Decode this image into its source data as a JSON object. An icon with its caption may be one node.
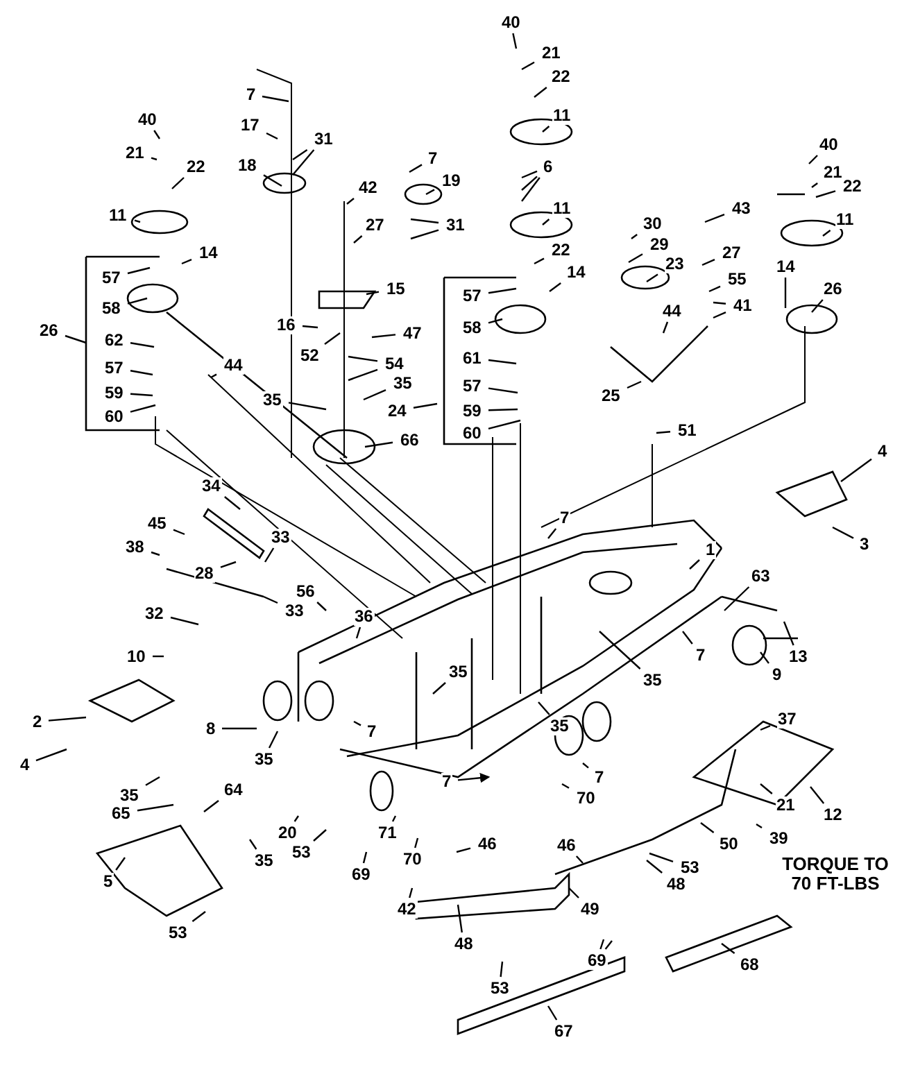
{
  "diagram": {
    "nodes": [
      {
        "text": [
          "40"
        ]
      },
      {
        "text": [
          "21"
        ]
      },
      {
        "text": [
          "22"
        ]
      },
      {
        "text": [
          "11"
        ]
      },
      {
        "text": [
          "57"
        ]
      },
      {
        "text": [
          "14"
        ]
      },
      {
        "text": [
          "58"
        ]
      },
      {
        "text": [
          "26"
        ]
      },
      {
        "text": [
          "62"
        ]
      },
      {
        "text": [
          "57"
        ]
      },
      {
        "text": [
          "59"
        ]
      },
      {
        "text": [
          "60"
        ]
      },
      {
        "text": [
          "7"
        ]
      },
      {
        "text": [
          "17"
        ]
      },
      {
        "text": [
          "31"
        ]
      },
      {
        "text": [
          "18"
        ]
      },
      {
        "text": [
          "42"
        ]
      },
      {
        "text": [
          "7"
        ]
      },
      {
        "text": [
          "19"
        ]
      },
      {
        "text": [
          "31"
        ]
      },
      {
        "text": [
          "27"
        ]
      },
      {
        "text": [
          "15"
        ]
      },
      {
        "text": [
          "16"
        ]
      },
      {
        "text": [
          "47"
        ]
      },
      {
        "text": [
          "52"
        ]
      },
      {
        "text": [
          "54"
        ]
      },
      {
        "text": [
          "35"
        ]
      },
      {
        "text": [
          "35"
        ]
      },
      {
        "text": [
          "24"
        ]
      },
      {
        "text": [
          "66"
        ]
      },
      {
        "text": [
          "44"
        ]
      },
      {
        "text": [
          "40"
        ]
      },
      {
        "text": [
          "21"
        ]
      },
      {
        "text": [
          "22"
        ]
      },
      {
        "text": [
          "11"
        ]
      },
      {
        "text": [
          "6"
        ]
      },
      {
        "text": [
          "11"
        ]
      },
      {
        "text": [
          "22"
        ]
      },
      {
        "text": [
          "57"
        ]
      },
      {
        "text": [
          "14"
        ]
      },
      {
        "text": [
          "58"
        ]
      },
      {
        "text": [
          "61"
        ]
      },
      {
        "text": [
          "57"
        ]
      },
      {
        "text": [
          "59"
        ]
      },
      {
        "text": [
          "60"
        ]
      },
      {
        "text": [
          "30"
        ]
      },
      {
        "text": [
          "29"
        ]
      },
      {
        "text": [
          "23"
        ]
      },
      {
        "text": [
          "43"
        ]
      },
      {
        "text": [
          "27"
        ]
      },
      {
        "text": [
          "55"
        ]
      },
      {
        "text": [
          "41"
        ]
      },
      {
        "text": [
          "44"
        ]
      },
      {
        "text": [
          "25"
        ]
      },
      {
        "text": [
          "51"
        ]
      },
      {
        "text": [
          "40"
        ]
      },
      {
        "text": [
          "21"
        ]
      },
      {
        "text": [
          "22"
        ]
      },
      {
        "text": [
          "11"
        ]
      },
      {
        "text": [
          "14"
        ]
      },
      {
        "text": [
          "26"
        ]
      },
      {
        "text": [
          "4"
        ]
      },
      {
        "text": [
          "3"
        ]
      },
      {
        "text": [
          "34"
        ]
      },
      {
        "text": [
          "45"
        ]
      },
      {
        "text": [
          "38"
        ]
      },
      {
        "text": [
          "28"
        ]
      },
      {
        "text": [
          "33"
        ]
      },
      {
        "text": [
          "33"
        ]
      },
      {
        "text": [
          "56"
        ]
      },
      {
        "text": [
          "36"
        ]
      },
      {
        "text": [
          "32"
        ]
      },
      {
        "text": [
          "10"
        ]
      },
      {
        "text": [
          "2"
        ]
      },
      {
        "text": [
          "4"
        ]
      },
      {
        "text": [
          "8"
        ]
      },
      {
        "text": [
          "35"
        ]
      },
      {
        "text": [
          "7"
        ]
      },
      {
        "text": [
          "1"
        ]
      },
      {
        "text": [
          "63"
        ]
      },
      {
        "text": [
          "7"
        ]
      },
      {
        "text": [
          "13"
        ]
      },
      {
        "text": [
          "9"
        ]
      },
      {
        "text": [
          "35"
        ]
      },
      {
        "text": [
          "35"
        ]
      },
      {
        "text": [
          "35"
        ]
      },
      {
        "text": [
          "7"
        ]
      },
      {
        "text": [
          "70"
        ]
      },
      {
        "text": [
          "7"
        ]
      },
      {
        "text": [
          "70"
        ]
      },
      {
        "text": [
          "71"
        ]
      },
      {
        "text": [
          "69"
        ]
      },
      {
        "text": [
          "37"
        ]
      },
      {
        "text": [
          "12"
        ]
      },
      {
        "text": [
          "21"
        ]
      },
      {
        "text": [
          "39"
        ]
      },
      {
        "text": [
          "50"
        ]
      },
      {
        "text": [
          "53"
        ]
      },
      {
        "text": [
          "48"
        ]
      },
      {
        "text": [
          "46"
        ]
      },
      {
        "text": [
          "46"
        ]
      },
      {
        "text": [
          "49"
        ]
      },
      {
        "text": [
          "53"
        ]
      },
      {
        "text": [
          "48"
        ]
      },
      {
        "text": [
          "42"
        ]
      },
      {
        "text": [
          "69"
        ]
      },
      {
        "text": [
          "67"
        ]
      },
      {
        "text": [
          "68"
        ]
      },
      {
        "text": [
          "20"
        ]
      },
      {
        "text": [
          "53"
        ]
      },
      {
        "text": [
          "35"
        ]
      },
      {
        "text": [
          "65"
        ]
      },
      {
        "text": [
          "64"
        ]
      },
      {
        "text": [
          "35"
        ]
      },
      {
        "text": [
          "5"
        ]
      },
      {
        "text": [
          "53"
        ]
      },
      {
        "text": [
          "7"
        ]
      }
    ],
    "edges": [
      {
        "from": 0,
        "to": null,
        "arrow": "none"
      },
      {
        "from": 1,
        "to": null,
        "arrow": "none"
      },
      {
        "from": 2,
        "to": null,
        "arrow": "none"
      },
      {
        "from": 3,
        "to": null,
        "arrow": "none"
      },
      {
        "from": 4,
        "to": null,
        "arrow": "none"
      },
      {
        "from": 5,
        "to": null,
        "arrow": "none"
      },
      {
        "from": 6,
        "to": null,
        "arrow": "none"
      },
      {
        "from": 7,
        "to": null,
        "arrow": "none"
      },
      {
        "from": 8,
        "to": null,
        "arrow": "none"
      },
      {
        "from": 9,
        "to": null,
        "arrow": "none"
      },
      {
        "from": 10,
        "to": null,
        "arrow": "none"
      },
      {
        "from": 11,
        "to": null,
        "arrow": "none"
      },
      {
        "from": 12,
        "to": null,
        "arrow": "none"
      },
      {
        "from": 13,
        "to": null,
        "arrow": "none"
      },
      {
        "from": 14,
        "to": null,
        "arrow": "none"
      },
      {
        "from": 14,
        "to": null,
        "arrow": "none"
      },
      {
        "from": 15,
        "to": null,
        "arrow": "none"
      },
      {
        "from": 16,
        "to": null,
        "arrow": "none"
      },
      {
        "from": 17,
        "to": null,
        "arrow": "none"
      },
      {
        "from": 18,
        "to": null,
        "arrow": "none"
      },
      {
        "from": 19,
        "to": null,
        "arrow": "none"
      },
      {
        "from": 19,
        "to": null,
        "arrow": "none"
      },
      {
        "from": 20,
        "to": null,
        "arrow": "none"
      },
      {
        "from": 21,
        "to": null,
        "arrow": "none"
      },
      {
        "from": 22,
        "to": null,
        "arrow": "none"
      },
      {
        "from": 23,
        "to": null,
        "arrow": "none"
      },
      {
        "from": 24,
        "to": null,
        "arrow": "none"
      },
      {
        "from": 25,
        "to": null,
        "arrow": "none"
      },
      {
        "from": 25,
        "to": null,
        "arrow": "none"
      },
      {
        "from": 26,
        "to": null,
        "arrow": "none"
      },
      {
        "from": 27,
        "to": null,
        "arrow": "none"
      },
      {
        "from": 28,
        "to": null,
        "arrow": "none"
      },
      {
        "from": 29,
        "to": null,
        "arrow": "none"
      },
      {
        "from": 30,
        "to": null,
        "arrow": "none"
      },
      {
        "from": 31,
        "to": null,
        "arrow": "none"
      },
      {
        "from": 32,
        "to": null,
        "arrow": "none"
      },
      {
        "from": 33,
        "to": null,
        "arrow": "none"
      },
      {
        "from": 34,
        "to": null,
        "arrow": "none"
      },
      {
        "from": 35,
        "to": null,
        "arrow": "none"
      },
      {
        "from": 35,
        "to": null,
        "arrow": "none"
      },
      {
        "from": 35,
        "to": null,
        "arrow": "none"
      },
      {
        "from": 36,
        "to": null,
        "arrow": "none"
      },
      {
        "from": 37,
        "to": null,
        "arrow": "none"
      },
      {
        "from": 38,
        "to": null,
        "arrow": "none"
      },
      {
        "from": 39,
        "to": null,
        "arrow": "none"
      },
      {
        "from": 40,
        "to": null,
        "arrow": "none"
      },
      {
        "from": 41,
        "to": null,
        "arrow": "none"
      },
      {
        "from": 42,
        "to": null,
        "arrow": "none"
      },
      {
        "from": 43,
        "to": null,
        "arrow": "none"
      },
      {
        "from": 44,
        "to": null,
        "arrow": "none"
      },
      {
        "from": 45,
        "to": null,
        "arrow": "none"
      },
      {
        "from": 46,
        "to": null,
        "arrow": "none"
      },
      {
        "from": 47,
        "to": null,
        "arrow": "none"
      },
      {
        "from": 48,
        "to": null,
        "arrow": "none"
      },
      {
        "from": 49,
        "to": null,
        "arrow": "none"
      },
      {
        "from": 50,
        "to": null,
        "arrow": "none"
      },
      {
        "from": 51,
        "to": null,
        "arrow": "none"
      },
      {
        "from": 51,
        "to": null,
        "arrow": "none"
      },
      {
        "from": 52,
        "to": null,
        "arrow": "none"
      },
      {
        "from": 53,
        "to": null,
        "arrow": "none"
      },
      {
        "from": 54,
        "to": null,
        "arrow": "none"
      },
      {
        "from": 55,
        "to": null,
        "arrow": "none"
      },
      {
        "from": 56,
        "to": null,
        "arrow": "none"
      },
      {
        "from": 57,
        "to": null,
        "arrow": "none"
      },
      {
        "from": 58,
        "to": null,
        "arrow": "none"
      },
      {
        "from": 59,
        "to": null,
        "arrow": "none"
      },
      {
        "from": 60,
        "to": null,
        "arrow": "none"
      },
      {
        "from": 61,
        "to": null,
        "arrow": "none"
      },
      {
        "from": 62,
        "to": null,
        "arrow": "none"
      },
      {
        "from": 63,
        "to": null,
        "arrow": "none"
      },
      {
        "from": 64,
        "to": null,
        "arrow": "none"
      },
      {
        "from": 65,
        "to": null,
        "arrow": "none"
      },
      {
        "from": 66,
        "to": null,
        "arrow": "none"
      },
      {
        "from": 67,
        "to": null,
        "arrow": "none"
      },
      {
        "from": 68,
        "to": null,
        "arrow": "none"
      },
      {
        "from": 69,
        "to": null,
        "arrow": "none"
      },
      {
        "from": 70,
        "to": null,
        "arrow": "none"
      },
      {
        "from": 71,
        "to": null,
        "arrow": "none"
      },
      {
        "from": 72,
        "to": null,
        "arrow": "none"
      },
      {
        "from": 73,
        "to": null,
        "arrow": "none"
      },
      {
        "from": 74,
        "to": null,
        "arrow": "none"
      },
      {
        "from": 75,
        "to": null,
        "arrow": "none"
      },
      {
        "from": 76,
        "to": null,
        "arrow": "none"
      },
      {
        "from": 77,
        "to": null,
        "arrow": "none"
      },
      {
        "from": 78,
        "to": null,
        "arrow": "none"
      },
      {
        "from": 79,
        "to": null,
        "arrow": "none"
      },
      {
        "from": 80,
        "to": null,
        "arrow": "none"
      },
      {
        "from": 81,
        "to": null,
        "arrow": "none"
      },
      {
        "from": 82,
        "to": null,
        "arrow": "none"
      },
      {
        "from": 83,
        "to": null,
        "arrow": "none"
      },
      {
        "from": 84,
        "to": null,
        "arrow": "none"
      },
      {
        "from": 85,
        "to": null,
        "arrow": "none"
      },
      {
        "from": 86,
        "to": null,
        "arrow": "none"
      },
      {
        "from": 87,
        "to": null,
        "arrow": "none"
      },
      {
        "from": 88,
        "to": null,
        "arrow": "to"
      },
      {
        "from": 89,
        "to": null,
        "arrow": "none"
      },
      {
        "from": 90,
        "to": null,
        "arrow": "none"
      },
      {
        "from": 91,
        "to": null,
        "arrow": "none"
      },
      {
        "from": 92,
        "to": null,
        "arrow": "none"
      },
      {
        "from": 93,
        "to": null,
        "arrow": "none"
      },
      {
        "from": 94,
        "to": null,
        "arrow": "none"
      },
      {
        "from": 95,
        "to": null,
        "arrow": "none"
      },
      {
        "from": 96,
        "to": null,
        "arrow": "none"
      },
      {
        "from": 97,
        "to": null,
        "arrow": "none"
      },
      {
        "from": 98,
        "to": null,
        "arrow": "none"
      },
      {
        "from": 99,
        "to": null,
        "arrow": "none"
      },
      {
        "from": 100,
        "to": null,
        "arrow": "none"
      },
      {
        "from": 101,
        "to": null,
        "arrow": "none"
      },
      {
        "from": 102,
        "to": null,
        "arrow": "none"
      },
      {
        "from": 103,
        "to": null,
        "arrow": "none"
      },
      {
        "from": 104,
        "to": null,
        "arrow": "none"
      },
      {
        "from": 105,
        "to": null,
        "arrow": "none"
      },
      {
        "from": 105,
        "to": null,
        "arrow": "none"
      },
      {
        "from": 106,
        "to": null,
        "arrow": "none"
      },
      {
        "from": 107,
        "to": null,
        "arrow": "none"
      },
      {
        "from": 108,
        "to": null,
        "arrow": "none"
      },
      {
        "from": 109,
        "to": null,
        "arrow": "none"
      },
      {
        "from": 110,
        "to": null,
        "arrow": "none"
      },
      {
        "from": 111,
        "to": null,
        "arrow": "none"
      },
      {
        "from": 112,
        "to": null,
        "arrow": "none"
      },
      {
        "from": 113,
        "to": null,
        "arrow": "none"
      },
      {
        "from": 114,
        "to": null,
        "arrow": "none"
      },
      {
        "from": 115,
        "to": null,
        "arrow": "none"
      },
      {
        "from": 116,
        "to": null,
        "arrow": "none"
      }
    ],
    "labels": [
      "TORQUE TO 70 FT-LBS"
    ]
  }
}
